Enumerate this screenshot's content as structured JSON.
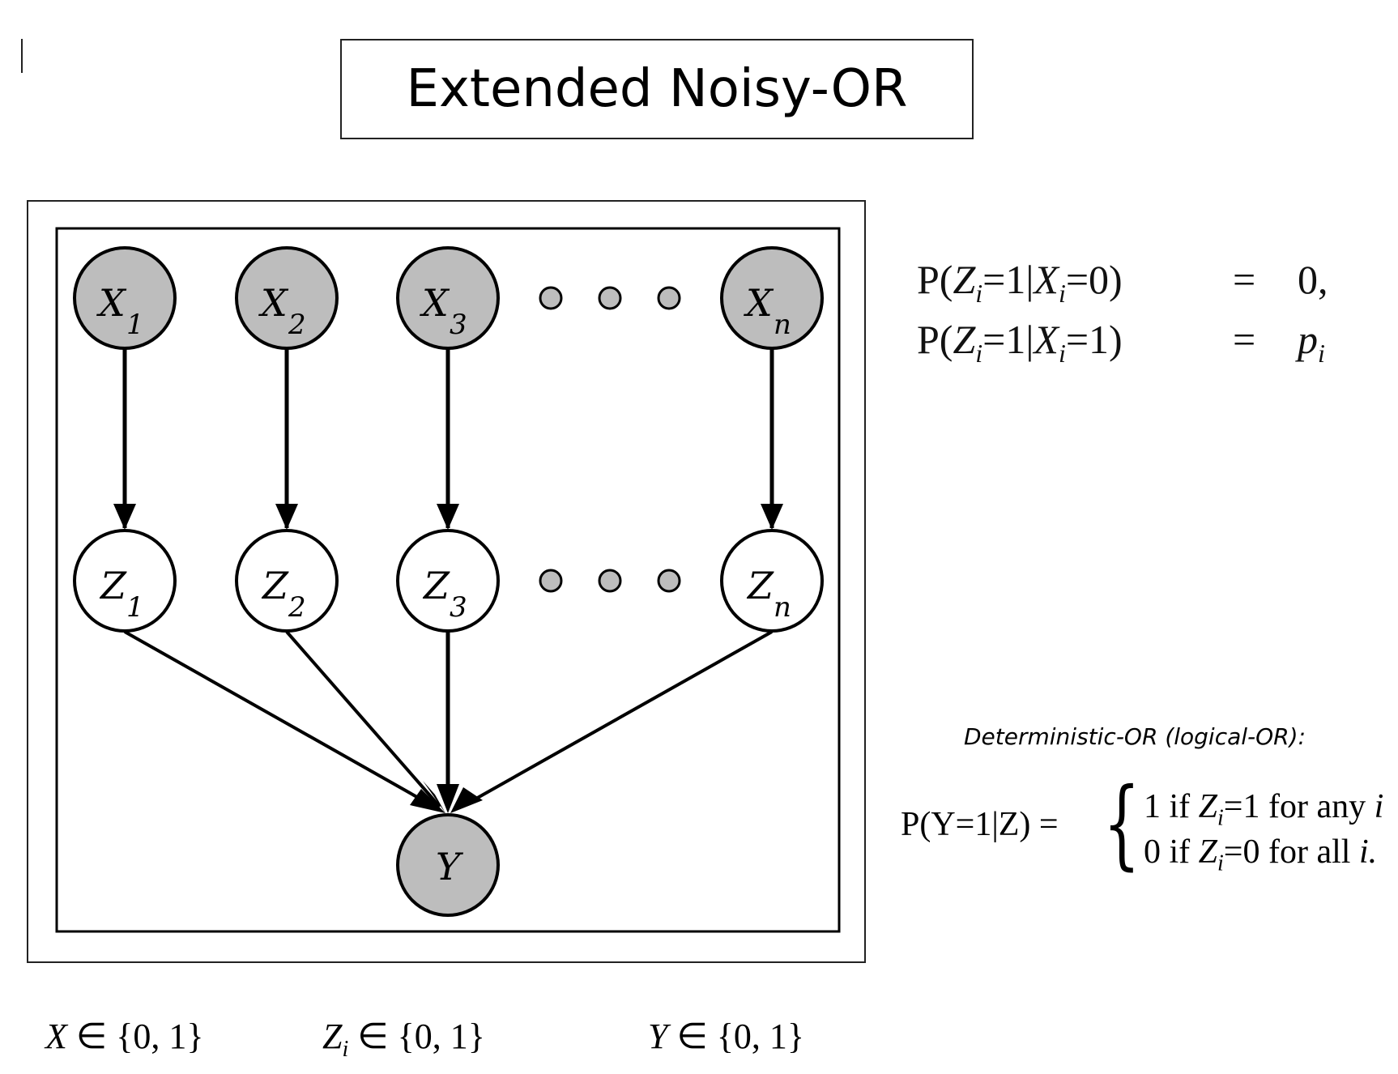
{
  "title": "Extended Noisy-OR",
  "nodes": {
    "x1": {
      "base": "X",
      "sub": "1"
    },
    "x2": {
      "base": "X",
      "sub": "2"
    },
    "x3": {
      "base": "X",
      "sub": "3"
    },
    "xn": {
      "base": "X",
      "sub": "n"
    },
    "z1": {
      "base": "Z",
      "sub": "1"
    },
    "z2": {
      "base": "Z",
      "sub": "2"
    },
    "z3": {
      "base": "Z",
      "sub": "3"
    },
    "zn": {
      "base": "Z",
      "sub": "n"
    },
    "y": {
      "base": "Y"
    }
  },
  "colors": {
    "observed_fill": "#bdbdbd",
    "hidden_fill": "#ffffff",
    "stroke": "#000000"
  },
  "equations": {
    "eq1": {
      "lhs_p": "P(",
      "lhs_z": "Z",
      "sub": "i",
      "mid": "=1|",
      "x": "X",
      "end": "=0)",
      "eqsign": "=",
      "rhs": "0,"
    },
    "eq2": {
      "lhs_p": "P(",
      "lhs_z": "Z",
      "sub": "i",
      "mid": "=1|",
      "x": "X",
      "end": "=1)",
      "eqsign": "=",
      "rhs": "p",
      "rhs_sub": "i"
    }
  },
  "deterministic": {
    "heading": "Deterministic-OR (logical-OR):",
    "lhs": "P(Y=1|Z) =",
    "case1_pre": "1 if ",
    "case1_z": "Z",
    "case1_sub": "i",
    "case1_post": "=1 for any ",
    "case1_var": "i",
    "case2_pre": "0 if ",
    "case2_z": "Z",
    "case2_sub": "i",
    "case2_post": "=0 for all ",
    "case2_var": "i."
  },
  "domains": {
    "x": {
      "var": "X",
      "set": "∈ {0, 1}"
    },
    "z": {
      "var": "Z",
      "sub": "i",
      "set": "∈ {0, 1}"
    },
    "y": {
      "var": "Y",
      "set": "∈ {0, 1}"
    }
  }
}
